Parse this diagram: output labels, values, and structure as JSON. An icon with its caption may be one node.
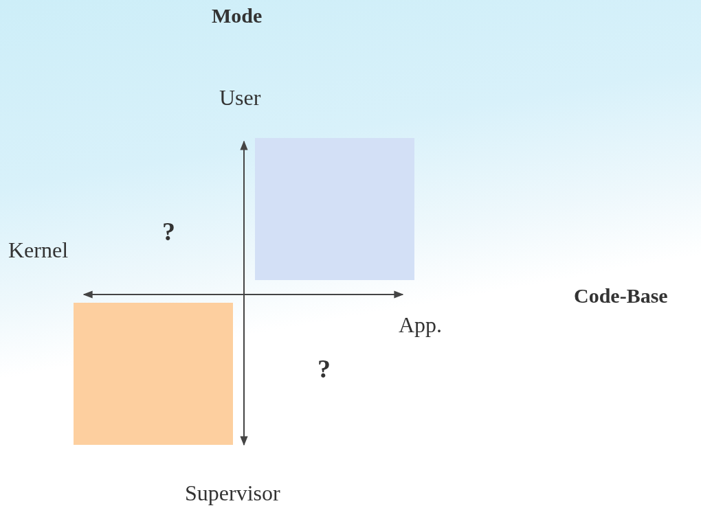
{
  "diagram": {
    "labels": [
      "Mode",
      "User",
      "?",
      "Kernel",
      "Code-Base",
      "App.",
      "?",
      "Supervisor"
    ]
  }
}
